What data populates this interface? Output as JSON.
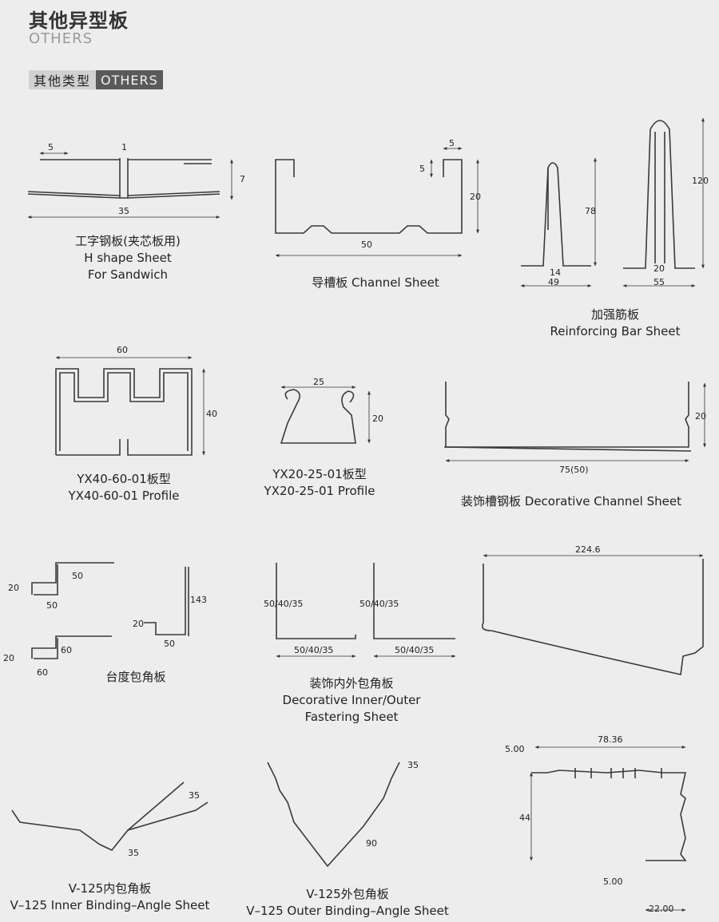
{
  "header": {
    "title_cn": "其他异型板",
    "title_en": "OTHERS"
  },
  "section": {
    "label_cn": "其他类型",
    "label_en": "OTHERS"
  },
  "products": [
    {
      "cn": "工字钢板(夹芯板用)",
      "en1": "H shape Sheet",
      "en2": "For Sandwich",
      "dims": {
        "a": "5",
        "b": "1",
        "c": "7",
        "d": "35"
      }
    },
    {
      "label": "导槽板 Channel Sheet",
      "dims": {
        "a": "5",
        "b": "5",
        "c": "20",
        "d": "50"
      }
    },
    {
      "cn": "加强筋板",
      "en": "Reinforcing Bar Sheet",
      "dims": {
        "a": "78",
        "b": "14",
        "c": "49",
        "d": "120",
        "e": "20",
        "f": "55"
      }
    },
    {
      "cn": "YX40-60-01板型",
      "en": "YX40-60-01 Profile",
      "dims": {
        "a": "60",
        "b": "40"
      }
    },
    {
      "cn": "YX20-25-01板型",
      "en": "YX20-25-01 Profile",
      "dims": {
        "a": "25",
        "b": "20"
      }
    },
    {
      "label": "装饰槽钢板 Decorative Channel Sheet",
      "dims": {
        "a": "20",
        "b": "75(50)"
      }
    },
    {
      "cn": "台度包角板",
      "dims": {
        "a": "20",
        "b": "50",
        "c": "50",
        "d": "143",
        "e": "20",
        "f": "50",
        "g": "20",
        "h": "60",
        "i": "60"
      }
    },
    {
      "cn": "装饰内外包角板",
      "en1": "Decorative Inner/Outer",
      "en2": "Fastering Sheet",
      "dims": {
        "a": "50/40/35",
        "b": "50/40/35",
        "c": "50/40/35",
        "d": "50/40/35"
      }
    },
    {
      "dims": {
        "a": "224.6"
      }
    },
    {
      "cn": "V-125内包角板",
      "en": "V–125 Inner Binding–Angle Sheet",
      "dims": {
        "a": "35",
        "b": "35"
      }
    },
    {
      "cn": "V-125外包角板",
      "en": "V–125 Outer Binding–Angle Sheet",
      "dims": {
        "a": "35",
        "b": "90"
      }
    },
    {
      "dims": {
        "a": "5.00",
        "b": "78.36",
        "c": "44",
        "d": "5.00",
        "e": "22.00"
      }
    }
  ]
}
